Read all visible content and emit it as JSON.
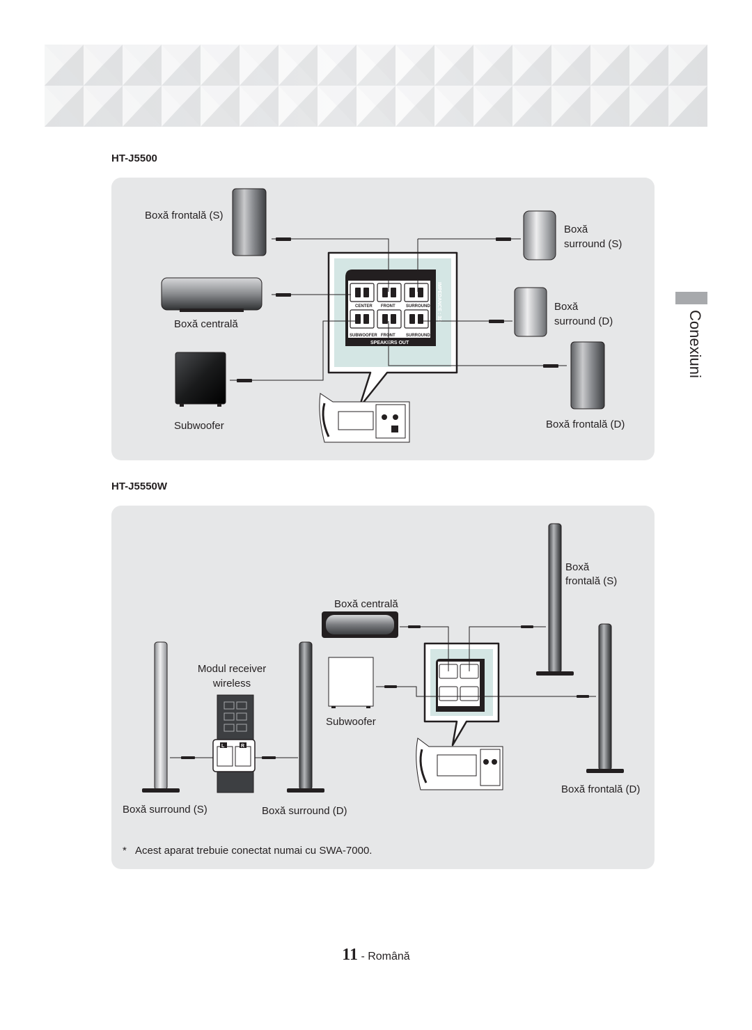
{
  "section_title": "Conexiuni",
  "models": {
    "first": "HT-J5500",
    "second": "HT-J5550W"
  },
  "panel1": {
    "front_left": "Boxă frontală (S)",
    "surround_left": [
      "Boxă",
      "surround (S)"
    ],
    "center": "Boxă centrală",
    "surround_right": [
      "Boxă",
      "surround (D)"
    ],
    "subwoofer": "Subwoofer",
    "front_right": "Boxă frontală (D)"
  },
  "panel2": {
    "front_left": [
      "Boxă",
      "frontală (S)"
    ],
    "center": "Boxă centrală",
    "receiver": [
      "Modul receiver",
      "wireless"
    ],
    "subwoofer": "Subwoofer",
    "surround_left": "Boxă surround (S)",
    "surround_right": "Boxă surround (D)",
    "front_right": "Boxă frontală (D)",
    "footnote_mark": "*",
    "footnote": "Acest aparat trebuie conectat numai cu SWA-7000."
  },
  "terminal_panel": {
    "row1": [
      "CENTER",
      "FRONT",
      "SURROUND"
    ],
    "row2": [
      "SUBWOOFER",
      "FRONT",
      "SURROUND"
    ],
    "footer": "SPEAKERS OUT",
    "impedance": "IMPEDANCE : 3Ω"
  },
  "receiver_ports": [
    "L",
    "R"
  ],
  "page": {
    "number": "11",
    "separator": "-",
    "language": "Română"
  },
  "colors": {
    "panel_bg": "#e6e7e8",
    "terminal_bg": "#d4e6e4",
    "terminal_dark": "#231f20",
    "side_tab": "#a7a9ac"
  }
}
